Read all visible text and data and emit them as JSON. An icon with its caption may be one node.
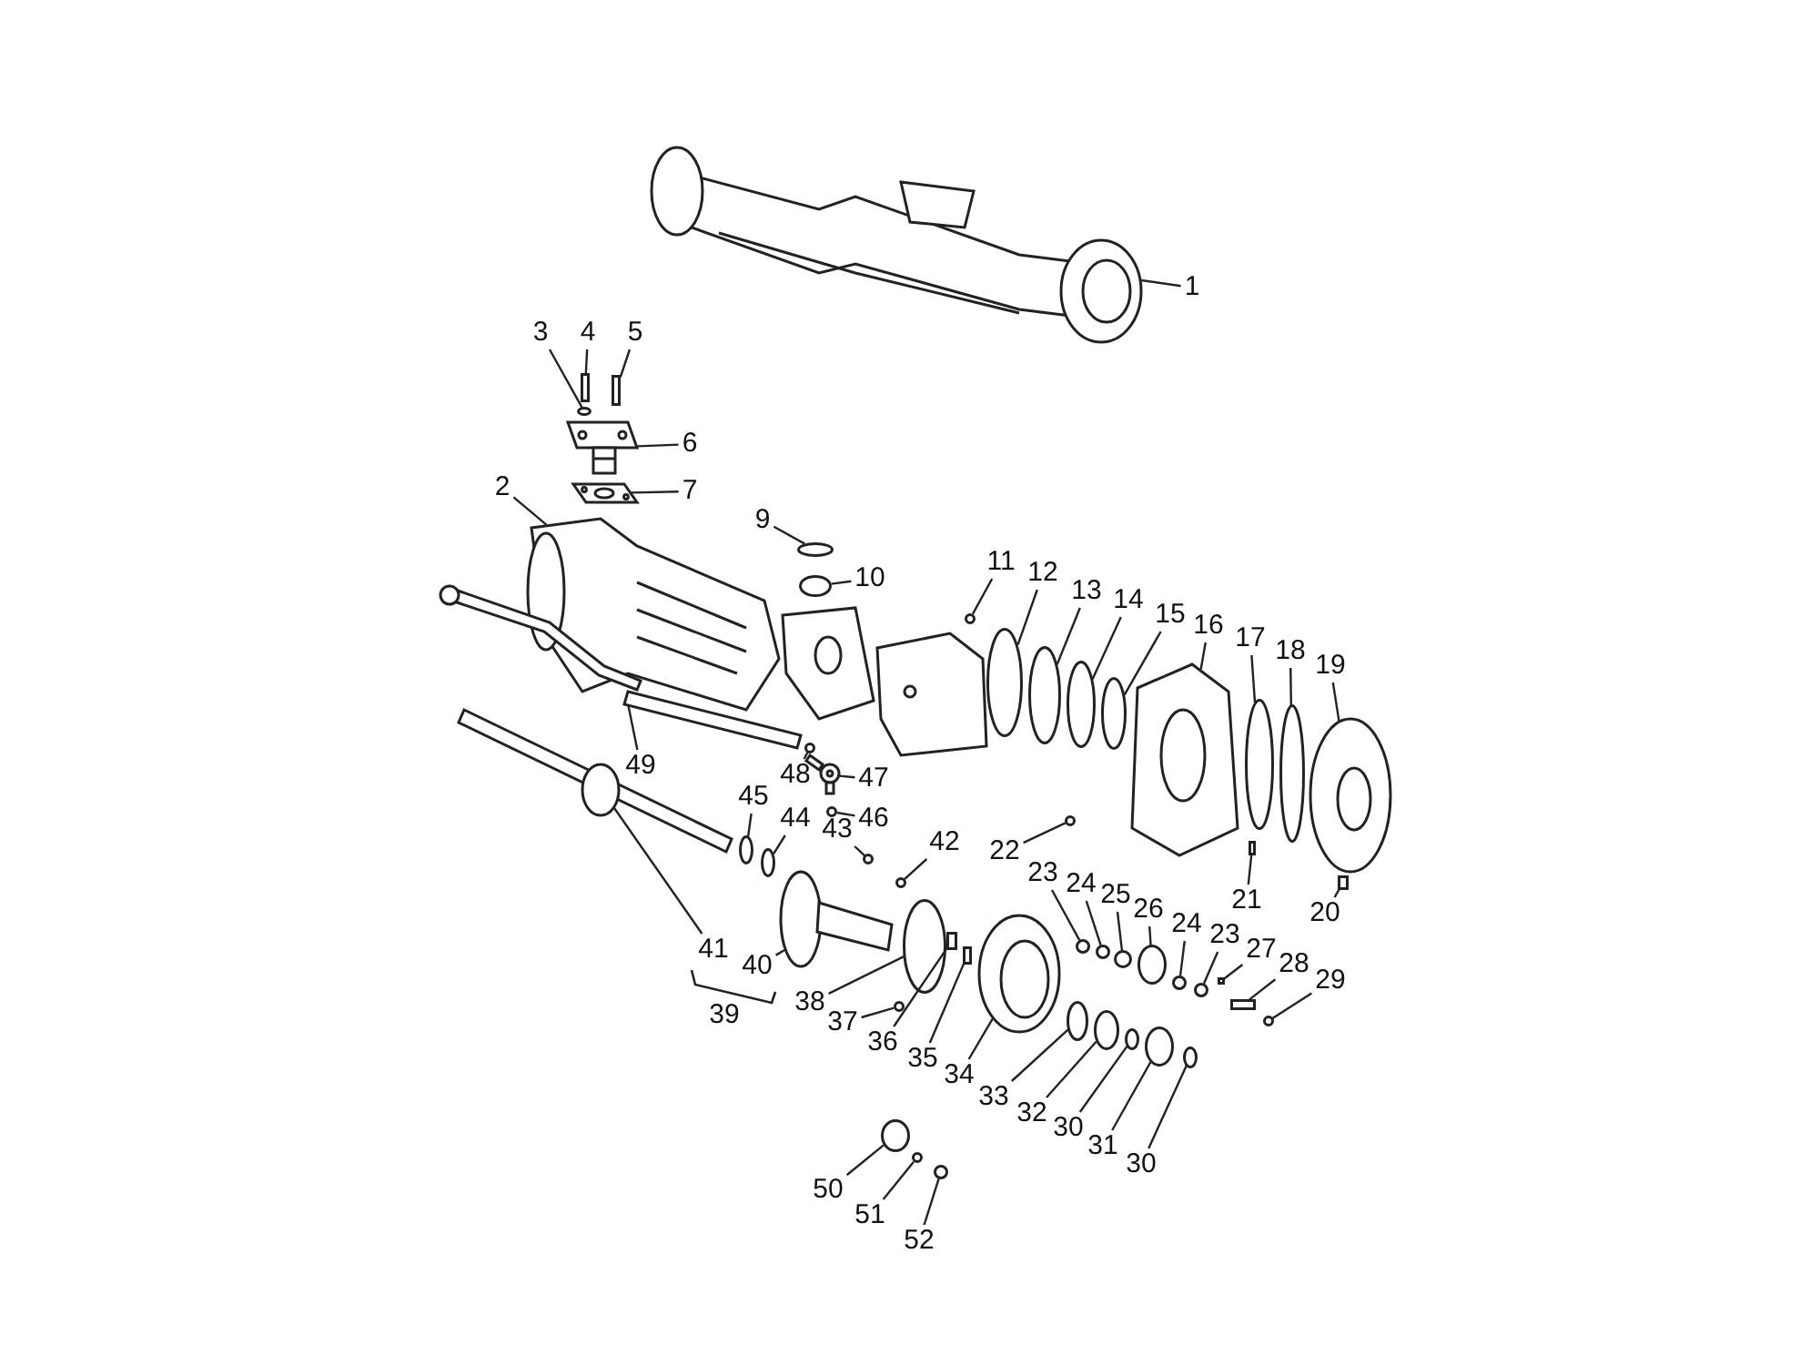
{
  "diagram": {
    "nodes": [
      {
        "text": [
          "1"
        ]
      },
      {
        "text": [
          "3"
        ]
      },
      {
        "text": [
          "4"
        ]
      },
      {
        "text": [
          "5"
        ]
      },
      {
        "text": [
          "6"
        ]
      },
      {
        "text": [
          "7"
        ]
      },
      {
        "text": [
          "2"
        ]
      },
      {
        "text": [
          "9"
        ]
      },
      {
        "text": [
          "10"
        ]
      },
      {
        "text": [
          "11"
        ]
      },
      {
        "text": [
          "12"
        ]
      },
      {
        "text": [
          "13"
        ]
      },
      {
        "text": [
          "14"
        ]
      },
      {
        "text": [
          "15"
        ]
      },
      {
        "text": [
          "16"
        ]
      },
      {
        "text": [
          "17"
        ]
      },
      {
        "text": [
          "18"
        ]
      },
      {
        "text": [
          "19"
        ]
      },
      {
        "text": [
          "49"
        ]
      },
      {
        "text": [
          "48"
        ]
      },
      {
        "text": [
          "47"
        ]
      },
      {
        "text": [
          "46"
        ]
      },
      {
        "text": [
          "45"
        ]
      },
      {
        "text": [
          "44"
        ]
      },
      {
        "text": [
          "43"
        ]
      },
      {
        "text": [
          "42"
        ]
      },
      {
        "text": [
          "22"
        ]
      },
      {
        "text": [
          "21"
        ]
      },
      {
        "text": [
          "20"
        ]
      },
      {
        "text": [
          "23"
        ]
      },
      {
        "text": [
          "24"
        ]
      },
      {
        "text": [
          "25"
        ]
      },
      {
        "text": [
          "26"
        ]
      },
      {
        "text": [
          "24"
        ]
      },
      {
        "text": [
          "23"
        ]
      },
      {
        "text": [
          "27"
        ]
      },
      {
        "text": [
          "28"
        ]
      },
      {
        "text": [
          "29"
        ]
      },
      {
        "text": [
          "41"
        ]
      },
      {
        "text": [
          "40"
        ]
      },
      {
        "text": [
          "38"
        ]
      },
      {
        "text": [
          "37"
        ]
      },
      {
        "text": [
          "36"
        ]
      },
      {
        "text": [
          "35"
        ]
      },
      {
        "text": [
          "34"
        ]
      },
      {
        "text": [
          "33"
        ]
      },
      {
        "text": [
          "32"
        ]
      },
      {
        "text": [
          "30"
        ]
      },
      {
        "text": [
          "31"
        ]
      },
      {
        "text": [
          "30"
        ]
      },
      {
        "text": [
          "50"
        ]
      },
      {
        "text": [
          "51"
        ]
      },
      {
        "text": [
          "52"
        ]
      },
      {
        "text": [],
        "shape": "picture"
      },
      {
        "text": [],
        "shape": "circle"
      },
      {
        "text": [],
        "shape": "box"
      },
      {
        "text": [],
        "shape": "box"
      },
      {
        "text": [],
        "shape": "picture"
      },
      {
        "text": [],
        "shape": "picture"
      },
      {
        "text": [],
        "shape": "picture"
      },
      {
        "text": [],
        "shape": "circle"
      },
      {
        "text": [],
        "shape": "circle"
      },
      {
        "text": [],
        "shape": "circle"
      },
      {
        "text": [],
        "shape": "circle"
      },
      {
        "text": [],
        "shape": "circle"
      },
      {
        "text": [],
        "shape": "circle"
      },
      {
        "text": [],
        "shape": "circle"
      },
      {
        "text": [],
        "shape": "picture"
      },
      {
        "text": [],
        "shape": "circle"
      },
      {
        "text": [],
        "shape": "circle"
      },
      {
        "text": [],
        "shape": "picture"
      },
      {
        "text": [],
        "shape": "picture"
      },
      {
        "text": [],
        "shape": "circle"
      },
      {
        "text": [],
        "shape": "picture"
      },
      {
        "text": [],
        "shape": "circle"
      },
      {
        "text": [],
        "shape": "circle"
      },
      {
        "text": [],
        "shape": "circle"
      },
      {
        "text": [],
        "shape": "circle"
      },
      {
        "text": [],
        "shape": "circle"
      },
      {
        "text": [],
        "shape": "circle"
      },
      {
        "text": [],
        "shape": "box"
      },
      {
        "text": [],
        "shape": "box"
      },
      {
        "text": [],
        "shape": "circle"
      },
      {
        "text": [],
        "shape": "circle"
      },
      {
        "text": [],
        "shape": "circle"
      },
      {
        "text": [],
        "shape": "circle"
      },
      {
        "text": [],
        "shape": "circle"
      },
      {
        "text": [],
        "shape": "circle"
      },
      {
        "text": [],
        "shape": "box"
      },
      {
        "text": [],
        "shape": "box"
      },
      {
        "text": [],
        "shape": "circle"
      },
      {
        "text": [],
        "shape": "picture"
      },
      {
        "text": [],
        "shape": "picture"
      },
      {
        "text": [],
        "shape": "circle"
      },
      {
        "text": [],
        "shape": "circle"
      },
      {
        "text": [],
        "shape": "box"
      },
      {
        "text": [],
        "shape": "box"
      },
      {
        "text": [],
        "shape": "picture"
      },
      {
        "text": [],
        "shape": "circle"
      },
      {
        "text": [],
        "shape": "circle"
      },
      {
        "text": [],
        "shape": "circle"
      },
      {
        "text": [],
        "shape": "circle"
      },
      {
        "text": [],
        "shape": "circle"
      },
      {
        "text": [],
        "shape": "circle"
      },
      {
        "text": [],
        "shape": "circle"
      },
      {
        "text": [],
        "shape": "circle"
      }
    ],
    "edges": [
      {
        "from": 0,
        "to": 53,
        "arrow": "none"
      },
      {
        "from": 1,
        "to": 54,
        "arrow": "none"
      },
      {
        "from": 2,
        "to": 55,
        "arrow": "none"
      },
      {
        "from": 3,
        "to": 56,
        "arrow": "none"
      },
      {
        "from": 4,
        "to": 57,
        "arrow": "none"
      },
      {
        "from": 5,
        "to": 58,
        "arrow": "none"
      },
      {
        "from": 6,
        "to": 59,
        "arrow": "none"
      },
      {
        "from": 7,
        "to": 60,
        "arrow": "none"
      },
      {
        "from": 8,
        "to": 61,
        "arrow": "none"
      },
      {
        "from": 9,
        "to": 62,
        "arrow": "none"
      },
      {
        "from": 10,
        "to": 63,
        "arrow": "none"
      },
      {
        "from": 11,
        "to": 64,
        "arrow": "none"
      },
      {
        "from": 12,
        "to": 65,
        "arrow": "none"
      },
      {
        "from": 13,
        "to": 66,
        "arrow": "none"
      },
      {
        "from": 14,
        "to": 67,
        "arrow": "none"
      },
      {
        "from": 15,
        "to": 68,
        "arrow": "none"
      },
      {
        "from": 16,
        "to": 69,
        "arrow": "none"
      },
      {
        "from": 17,
        "to": 70,
        "arrow": "none"
      },
      {
        "from": 18,
        "to": 71,
        "arrow": "none"
      },
      {
        "from": 19,
        "to": 72,
        "arrow": "none"
      },
      {
        "from": 20,
        "to": 73,
        "arrow": "none"
      },
      {
        "from": 21,
        "to": 74,
        "arrow": "none"
      },
      {
        "from": 22,
        "to": 75,
        "arrow": "none"
      },
      {
        "from": 23,
        "to": 76,
        "arrow": "none"
      },
      {
        "from": 24,
        "to": 77,
        "arrow": "none"
      },
      {
        "from": 25,
        "to": 78,
        "arrow": "none"
      },
      {
        "from": 26,
        "to": 79,
        "arrow": "none"
      },
      {
        "from": 27,
        "to": 80,
        "arrow": "none"
      },
      {
        "from": 28,
        "to": 81,
        "arrow": "none"
      },
      {
        "from": 29,
        "to": 82,
        "arrow": "none"
      },
      {
        "from": 30,
        "to": 83,
        "arrow": "none"
      },
      {
        "from": 31,
        "to": 84,
        "arrow": "none"
      },
      {
        "from": 32,
        "to": 85,
        "arrow": "none"
      },
      {
        "from": 33,
        "to": 86,
        "arrow": "none"
      },
      {
        "from": 34,
        "to": 87,
        "arrow": "none"
      },
      {
        "from": 35,
        "to": 88,
        "arrow": "none"
      },
      {
        "from": 36,
        "to": 89,
        "arrow": "none"
      },
      {
        "from": 37,
        "to": 90,
        "arrow": "none"
      },
      {
        "from": 38,
        "to": 91,
        "arrow": "none"
      },
      {
        "from": 39,
        "to": 92,
        "arrow": "none"
      },
      {
        "from": 40,
        "to": 93,
        "arrow": "none"
      },
      {
        "from": 41,
        "to": 94,
        "arrow": "none"
      },
      {
        "from": 42,
        "to": 95,
        "arrow": "none"
      },
      {
        "from": 43,
        "to": 96,
        "arrow": "none"
      },
      {
        "from": 44,
        "to": 97,
        "arrow": "none"
      },
      {
        "from": 45,
        "to": 98,
        "arrow": "none"
      },
      {
        "from": 46,
        "to": 99,
        "arrow": "none"
      },
      {
        "from": 47,
        "to": 100,
        "arrow": "none"
      },
      {
        "from": 48,
        "to": 101,
        "arrow": "none"
      },
      {
        "from": 49,
        "to": 102,
        "arrow": "none"
      },
      {
        "from": 50,
        "to": 103,
        "arrow": "none"
      },
      {
        "from": 51,
        "to": 104,
        "arrow": "none"
      },
      {
        "from": 52,
        "to": 105,
        "arrow": "none"
      }
    ],
    "labels": [
      "39"
    ]
  }
}
